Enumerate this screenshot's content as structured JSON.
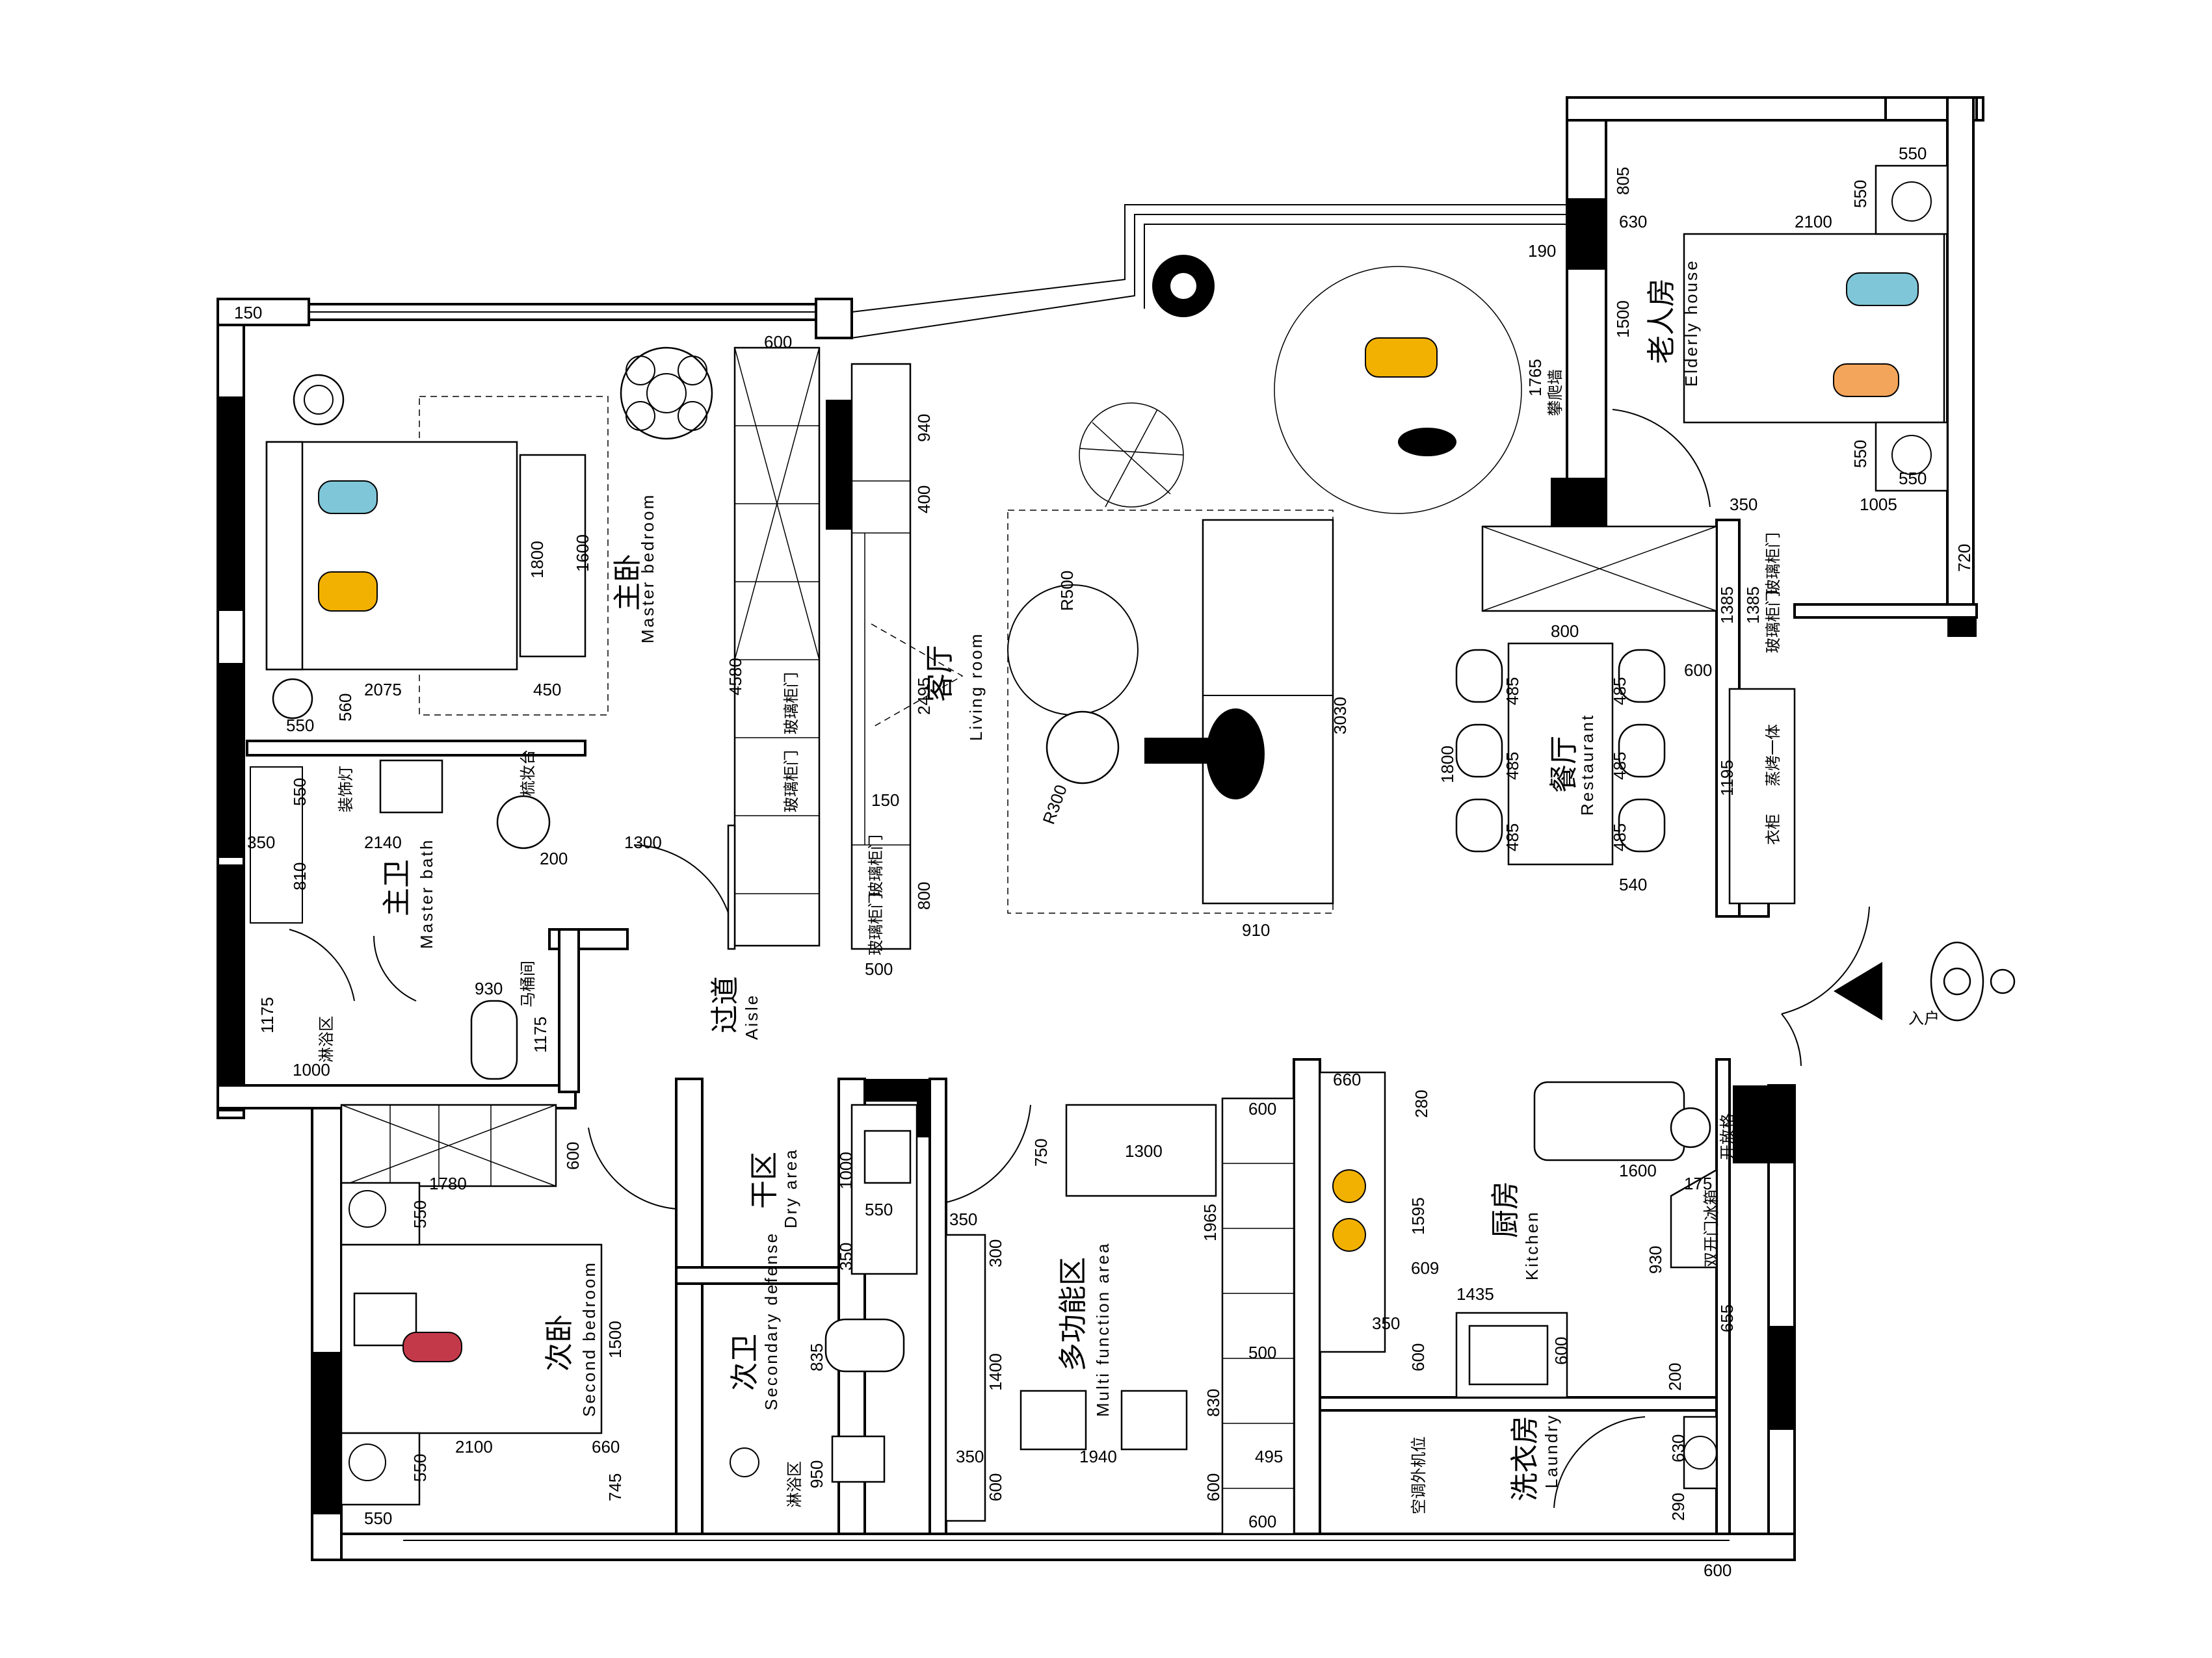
{
  "colors": {
    "accent_yellow": "#f2b100",
    "accent_blue": "#7ec6d8",
    "accent_orange": "#f3a55b",
    "accent_red": "#c4394a",
    "line": "#000000"
  },
  "rooms": {
    "master_bedroom": {
      "cn": "主卧",
      "en": "Master bedroom"
    },
    "master_bath": {
      "cn": "主卫",
      "en": "Master bath"
    },
    "living_room": {
      "cn": "客厅",
      "en": "Living room"
    },
    "elderly_room": {
      "cn": "老人房",
      "en": "Elderly house"
    },
    "restaurant": {
      "cn": "餐厅",
      "en": "Restaurant"
    },
    "aisle": {
      "cn": "过道",
      "en": "Aisle"
    },
    "dry_area": {
      "cn": "干区",
      "en": "Dry area"
    },
    "second_bedroom": {
      "cn": "次卧",
      "en": "Second bedroom"
    },
    "secondary_bath": {
      "cn": "次卫",
      "en": "Secondary defense"
    },
    "multi_function": {
      "cn": "多功能区",
      "en": "Multi function area"
    },
    "kitchen": {
      "cn": "厨房",
      "en": "Kitchen"
    },
    "laundry": {
      "cn": "洗衣房",
      "en": "Laundry"
    }
  },
  "labels": {
    "decor_lamp": "装饰灯",
    "dresser": "梳妆台",
    "shower_area_1": "淋浴区",
    "shower_area_2": "淋浴区",
    "toilet_room": "马桶间",
    "glass_door_1": "玻璃柜门",
    "glass_door_2": "玻璃柜门",
    "glass_door_3": "玻璃柜门",
    "glass_door_4": "玻璃柜门",
    "glass_door_5": "玻璃柜门",
    "glass_door_6": "玻璃柜门",
    "climb_wall": "攀爬墙",
    "steam_oven": "蒸烤一体",
    "coat_cabinet": "衣柜",
    "open_shelf": "开放格",
    "fridge": "双开门冰箱",
    "ac_unit": "空调外机位",
    "entry": "入户"
  },
  "dimensions": {
    "d150_top": "150",
    "d600_wardrobe": "600",
    "d940": "940",
    "d400": "400",
    "d4580": "4580",
    "d2495": "2495",
    "d150_tv": "150",
    "d800": "800",
    "d500": "500",
    "d1800_bed": "1800",
    "d1600_bed": "1600",
    "d2075": "2075",
    "d450": "450",
    "d560": "560",
    "d550_a": "550",
    "d550_b": "550",
    "d2140": "2140",
    "d350_a": "350",
    "d810": "810",
    "d1300_a": "1300",
    "d200_a": "200",
    "d930_a": "930",
    "d1175_a": "1175",
    "d1175_b": "1175",
    "d1000_a": "1000",
    "d3030": "3030",
    "dR500": "R500",
    "dR300": "R300",
    "d910": "910",
    "d805": "805",
    "d630_a": "630",
    "d2100_a": "2100",
    "d550_c": "550",
    "d550_d": "550",
    "d550_e": "550",
    "d550_f": "550",
    "d190": "190",
    "d1500_a": "1500",
    "d1765": "1765",
    "d350_b": "350",
    "d1005": "1005",
    "d720": "720",
    "d1385_a": "1385",
    "d1385_b": "1385",
    "d600_b": "600",
    "d1195": "1195",
    "d800_table": "800",
    "d1800_table": "1800",
    "d485_1": "485",
    "d485_2": "485",
    "d485_3": "485",
    "d485_4": "485",
    "d485_5": "485",
    "d485_6": "485",
    "d540": "540",
    "d600_c": "600",
    "d1780": "1780",
    "d550_g": "550",
    "d1500_b": "1500",
    "d2100_b": "2100",
    "d660_a": "660",
    "d745": "745",
    "d550_h": "550",
    "d550_i": "550",
    "d1000_b": "1000",
    "d550_j": "550",
    "d350_c": "350",
    "d835": "835",
    "d950": "950",
    "d750": "750",
    "d1300_b": "1300",
    "d350_d": "350",
    "d300": "300",
    "d1965": "1965",
    "d600_d": "600",
    "d1400": "1400",
    "d830": "830",
    "d500_b": "500",
    "d1940": "1940",
    "d350_e": "350",
    "d600_e": "600",
    "d495": "495",
    "d600_f": "600",
    "d600_g": "600",
    "d660_b": "660",
    "d280": "280",
    "d1595": "1595",
    "d609": "609",
    "d1435": "1435",
    "d350_f": "350",
    "d600_h": "600",
    "d600_i": "600",
    "d1600_k": "1600",
    "d175": "175",
    "d930_b": "930",
    "d655": "655",
    "d200_b": "200",
    "d630_b": "630",
    "d290": "290",
    "d600_j": "600"
  }
}
